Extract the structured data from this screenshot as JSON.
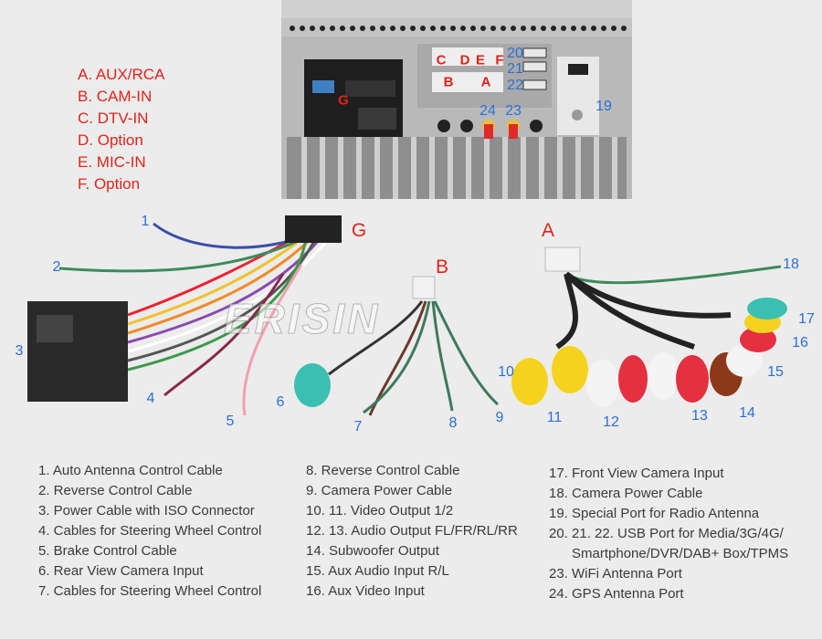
{
  "legend_ports": [
    "A. AUX/RCA",
    "B. CAM-IN",
    "C. DTV-IN",
    "D. Option",
    "E. MIC-IN",
    "F. Option"
  ],
  "unit_labels": {
    "C": "C",
    "D": "D",
    "E": "E",
    "F": "F",
    "B": "B",
    "A": "A",
    "G": "G"
  },
  "harness_labels": {
    "G": "G",
    "B": "B",
    "A": "A"
  },
  "callouts": [
    "1",
    "2",
    "3",
    "4",
    "5",
    "6",
    "7",
    "8",
    "9",
    "10",
    "11",
    "12",
    "13",
    "14",
    "15",
    "16",
    "17",
    "18",
    "19",
    "20",
    "21",
    "22",
    "23",
    "24"
  ],
  "watermark": "ERISIN",
  "descriptions": {
    "col1": [
      "1. Auto Antenna Control Cable",
      "2. Reverse Control Cable",
      "3. Power Cable with ISO Connector",
      "4. Cables for Steering Wheel Control",
      "5. Brake Control Cable",
      "6. Rear View Camera Input",
      "7. Cables for Steering Wheel Control"
    ],
    "col2": [
      "8. Reverse Control Cable",
      "9. Camera Power Cable",
      "10. 11. Video Output 1/2",
      "12. 13. Audio Output FL/FR/RL/RR",
      "14. Subwoofer Output",
      "15. Aux Audio Input R/L",
      "16. Aux Video Input"
    ],
    "col3": [
      "17. Front View Camera Input",
      "18. Camera Power Cable",
      "19. Special Port for Radio Antenna",
      "20. 21. 22. USB Port for Media/3G/4G/",
      "Smartphone/DVR/DAB+ Box/TPMS",
      "23. WiFi Antenna Port",
      "24. GPS Antenna Port"
    ]
  },
  "colors": {
    "label_red": "#e2231a",
    "callout_blue": "#2b6fd8",
    "background": "#ececec"
  }
}
